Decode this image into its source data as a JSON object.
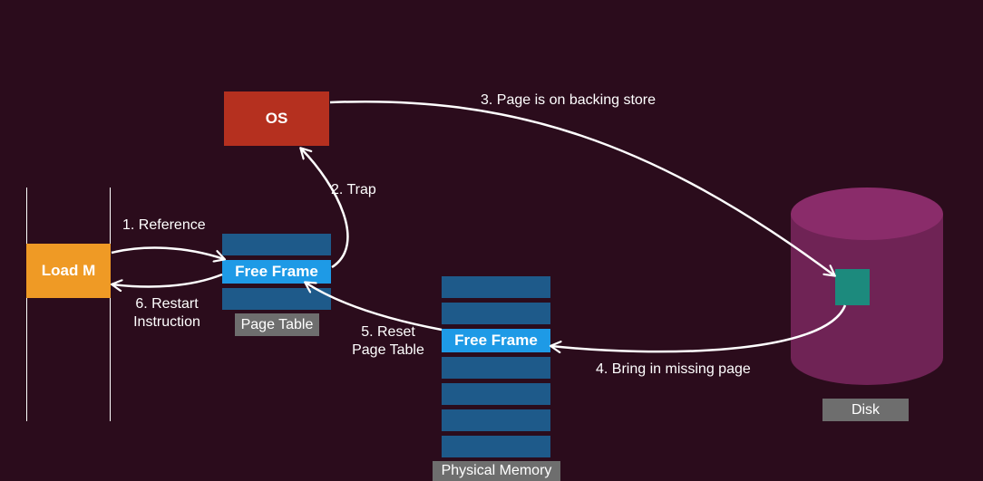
{
  "diagram": {
    "os": {
      "label": "OS",
      "color": "#b5301f"
    },
    "instruction": {
      "label": "Load M",
      "color": "#ef9a25"
    },
    "page_table": {
      "free_frame_label": "Free Frame",
      "caption": "Page Table"
    },
    "physical_memory": {
      "free_frame_label": "Free Frame",
      "caption": "Physical Memory"
    },
    "disk": {
      "caption": "Disk",
      "color": "#6f2355"
    },
    "steps": {
      "reference": "1. Reference",
      "trap": "2. Trap",
      "backing_store": "3. Page is on backing store",
      "bring_in": "4. Bring in missing page",
      "reset_line1": "5. Reset",
      "reset_line2": "Page Table",
      "restart_line1": "6. Restart",
      "restart_line2": "Instruction"
    }
  }
}
